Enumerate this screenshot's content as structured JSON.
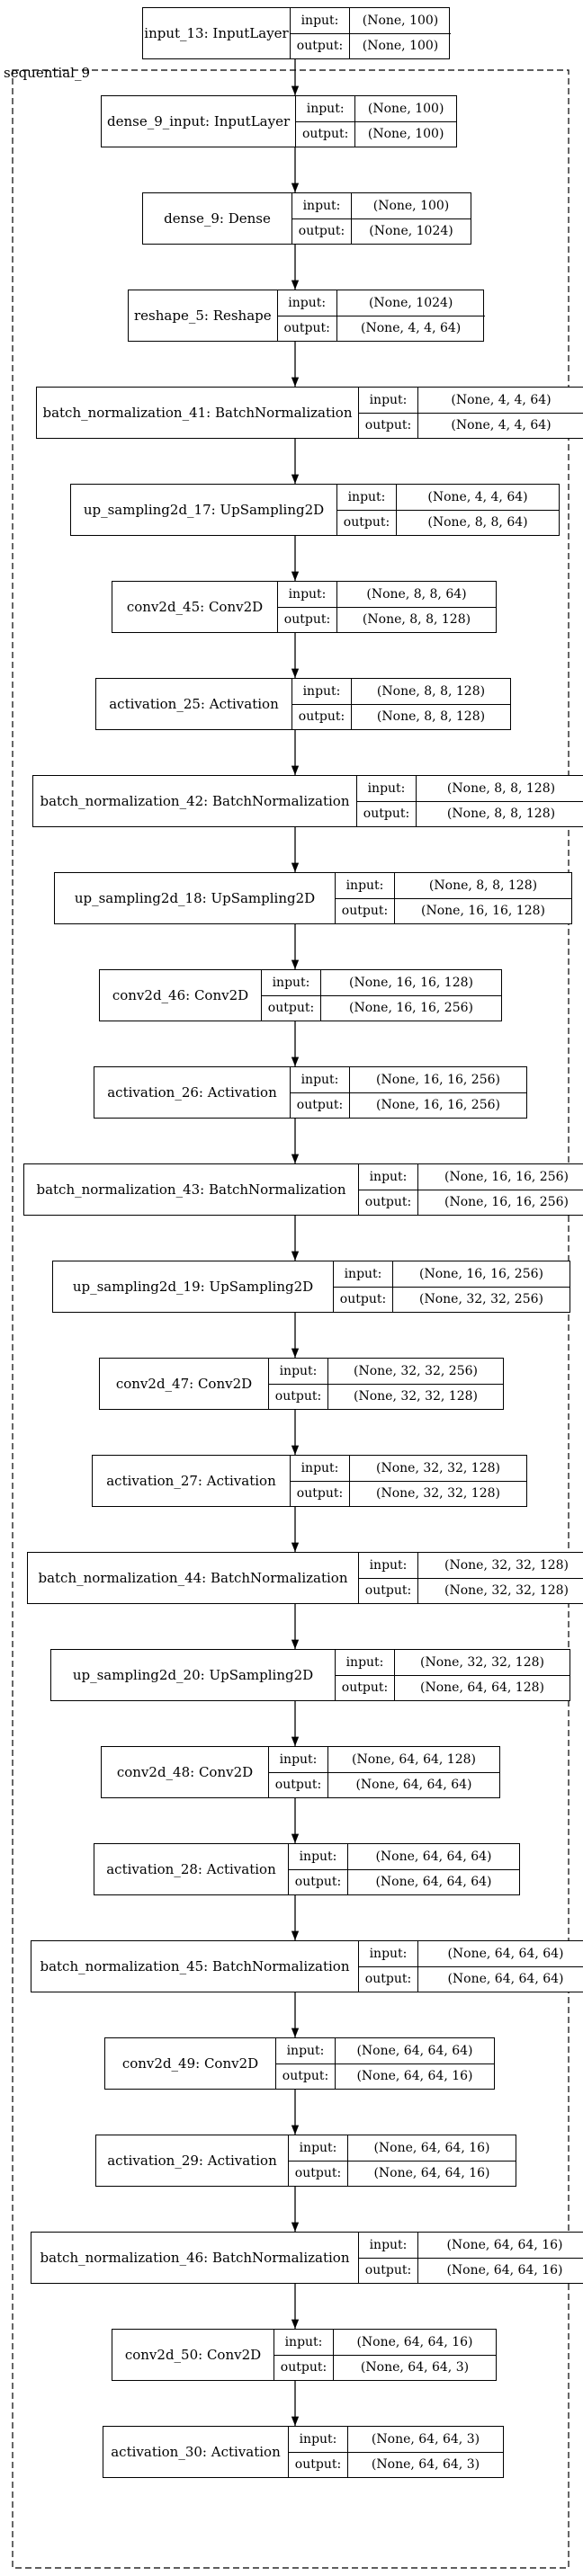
{
  "group": {
    "label": "sequential_9"
  },
  "io_labels": {
    "input": "input:",
    "output": "output:"
  },
  "layers": [
    {
      "id": "input_13",
      "name": "input_13: InputLayer",
      "input": "(None, 100)",
      "output": "(None, 100)"
    },
    {
      "id": "dense_9_input",
      "name": "dense_9_input: InputLayer",
      "input": "(None, 100)",
      "output": "(None, 100)"
    },
    {
      "id": "dense_9",
      "name": "dense_9: Dense",
      "input": "(None, 100)",
      "output": "(None, 1024)"
    },
    {
      "id": "reshape_5",
      "name": "reshape_5: Reshape",
      "input": "(None, 1024)",
      "output": "(None, 4, 4, 64)"
    },
    {
      "id": "batch_normalization_41",
      "name": "batch_normalization_41: BatchNormalization",
      "input": "(None, 4, 4, 64)",
      "output": "(None, 4, 4, 64)"
    },
    {
      "id": "up_sampling2d_17",
      "name": "up_sampling2d_17: UpSampling2D",
      "input": "(None, 4, 4, 64)",
      "output": "(None, 8, 8, 64)"
    },
    {
      "id": "conv2d_45",
      "name": "conv2d_45: Conv2D",
      "input": "(None, 8, 8, 64)",
      "output": "(None, 8, 8, 128)"
    },
    {
      "id": "activation_25",
      "name": "activation_25: Activation",
      "input": "(None, 8, 8, 128)",
      "output": "(None, 8, 8, 128)"
    },
    {
      "id": "batch_normalization_42",
      "name": "batch_normalization_42: BatchNormalization",
      "input": "(None, 8, 8, 128)",
      "output": "(None, 8, 8, 128)"
    },
    {
      "id": "up_sampling2d_18",
      "name": "up_sampling2d_18: UpSampling2D",
      "input": "(None, 8, 8, 128)",
      "output": "(None, 16, 16, 128)"
    },
    {
      "id": "conv2d_46",
      "name": "conv2d_46: Conv2D",
      "input": "(None, 16, 16, 128)",
      "output": "(None, 16, 16, 256)"
    },
    {
      "id": "activation_26",
      "name": "activation_26: Activation",
      "input": "(None, 16, 16, 256)",
      "output": "(None, 16, 16, 256)"
    },
    {
      "id": "batch_normalization_43",
      "name": "batch_normalization_43: BatchNormalization",
      "input": "(None, 16, 16, 256)",
      "output": "(None, 16, 16, 256)"
    },
    {
      "id": "up_sampling2d_19",
      "name": "up_sampling2d_19: UpSampling2D",
      "input": "(None, 16, 16, 256)",
      "output": "(None, 32, 32, 256)"
    },
    {
      "id": "conv2d_47",
      "name": "conv2d_47: Conv2D",
      "input": "(None, 32, 32, 256)",
      "output": "(None, 32, 32, 128)"
    },
    {
      "id": "activation_27",
      "name": "activation_27: Activation",
      "input": "(None, 32, 32, 128)",
      "output": "(None, 32, 32, 128)"
    },
    {
      "id": "batch_normalization_44",
      "name": "batch_normalization_44: BatchNormalization",
      "input": "(None, 32, 32, 128)",
      "output": "(None, 32, 32, 128)"
    },
    {
      "id": "up_sampling2d_20",
      "name": "up_sampling2d_20: UpSampling2D",
      "input": "(None, 32, 32, 128)",
      "output": "(None, 64, 64, 128)"
    },
    {
      "id": "conv2d_48",
      "name": "conv2d_48: Conv2D",
      "input": "(None, 64, 64, 128)",
      "output": "(None, 64, 64, 64)"
    },
    {
      "id": "activation_28",
      "name": "activation_28: Activation",
      "input": "(None, 64, 64, 64)",
      "output": "(None, 64, 64, 64)"
    },
    {
      "id": "batch_normalization_45",
      "name": "batch_normalization_45: BatchNormalization",
      "input": "(None, 64, 64, 64)",
      "output": "(None, 64, 64, 64)"
    },
    {
      "id": "conv2d_49",
      "name": "conv2d_49: Conv2D",
      "input": "(None, 64, 64, 64)",
      "output": "(None, 64, 64, 16)"
    },
    {
      "id": "activation_29",
      "name": "activation_29: Activation",
      "input": "(None, 64, 64, 16)",
      "output": "(None, 64, 64, 16)"
    },
    {
      "id": "batch_normalization_46",
      "name": "batch_normalization_46: BatchNormalization",
      "input": "(None, 64, 64, 16)",
      "output": "(None, 64, 64, 16)"
    },
    {
      "id": "conv2d_50",
      "name": "conv2d_50: Conv2D",
      "input": "(None, 64, 64, 16)",
      "output": "(None, 64, 64, 3)"
    },
    {
      "id": "activation_30",
      "name": "activation_30: Activation",
      "input": "(None, 64, 64, 3)",
      "output": "(None, 64, 64, 3)"
    }
  ]
}
